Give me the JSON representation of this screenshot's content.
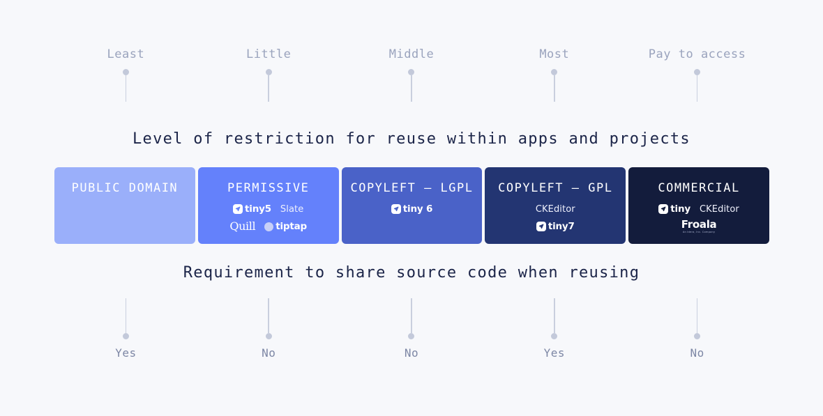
{
  "page": {
    "background_color": "#f7f8fb"
  },
  "top_scale": {
    "labels": [
      "Least",
      "Little",
      "Middle",
      "Most",
      "Pay to access"
    ],
    "marker_color": "#c3c9da",
    "text_color": "#9aa3bd"
  },
  "headings": {
    "top": "Level of restriction for reuse within apps and projects",
    "bottom": "Requirement to share source code when reusing",
    "color": "#1b2448"
  },
  "cards": [
    {
      "title": "PUBLIC DOMAIN",
      "color": "#9aaffa",
      "logos": []
    },
    {
      "title": "PERMISSIVE",
      "color": "#6481fb",
      "logos": [
        {
          "name": "tiny5",
          "mark": "tiny-mark-icon",
          "style": "brand"
        },
        {
          "name": "Slate",
          "mark": "none",
          "style": "plain"
        },
        {
          "name": "Quill",
          "mark": "quill-wordmark-icon",
          "style": "quill"
        },
        {
          "name": "tiptap",
          "mark": "tiptap-circle-icon",
          "style": "brand"
        }
      ]
    },
    {
      "title": "COPYLEFT — LGPL",
      "color": "#4a62c8",
      "logos": [
        {
          "name": "tiny 6",
          "mark": "tiny-mark-icon",
          "style": "brand"
        }
      ]
    },
    {
      "title": "COPYLEFT — GPL",
      "color": "#233572",
      "logos": [
        {
          "name": "CKEditor",
          "mark": "none",
          "style": "plain"
        },
        {
          "name": "tiny7",
          "mark": "tiny-mark-icon",
          "style": "brand"
        }
      ]
    },
    {
      "title": "COMMERCIAL",
      "color": "#131c3c",
      "logos": [
        {
          "name": "tiny",
          "mark": "tiny-mark-icon",
          "style": "brand"
        },
        {
          "name": "CKEditor",
          "mark": "none",
          "style": "plain"
        },
        {
          "name": "Froala",
          "sub": "An Idera, Inc. Company",
          "mark": "none",
          "style": "froala"
        }
      ]
    }
  ],
  "bottom_scale": {
    "labels": [
      "Yes",
      "No",
      "No",
      "Yes",
      "No"
    ],
    "marker_color": "#c3c9da",
    "text_color": "#7d87a5"
  }
}
